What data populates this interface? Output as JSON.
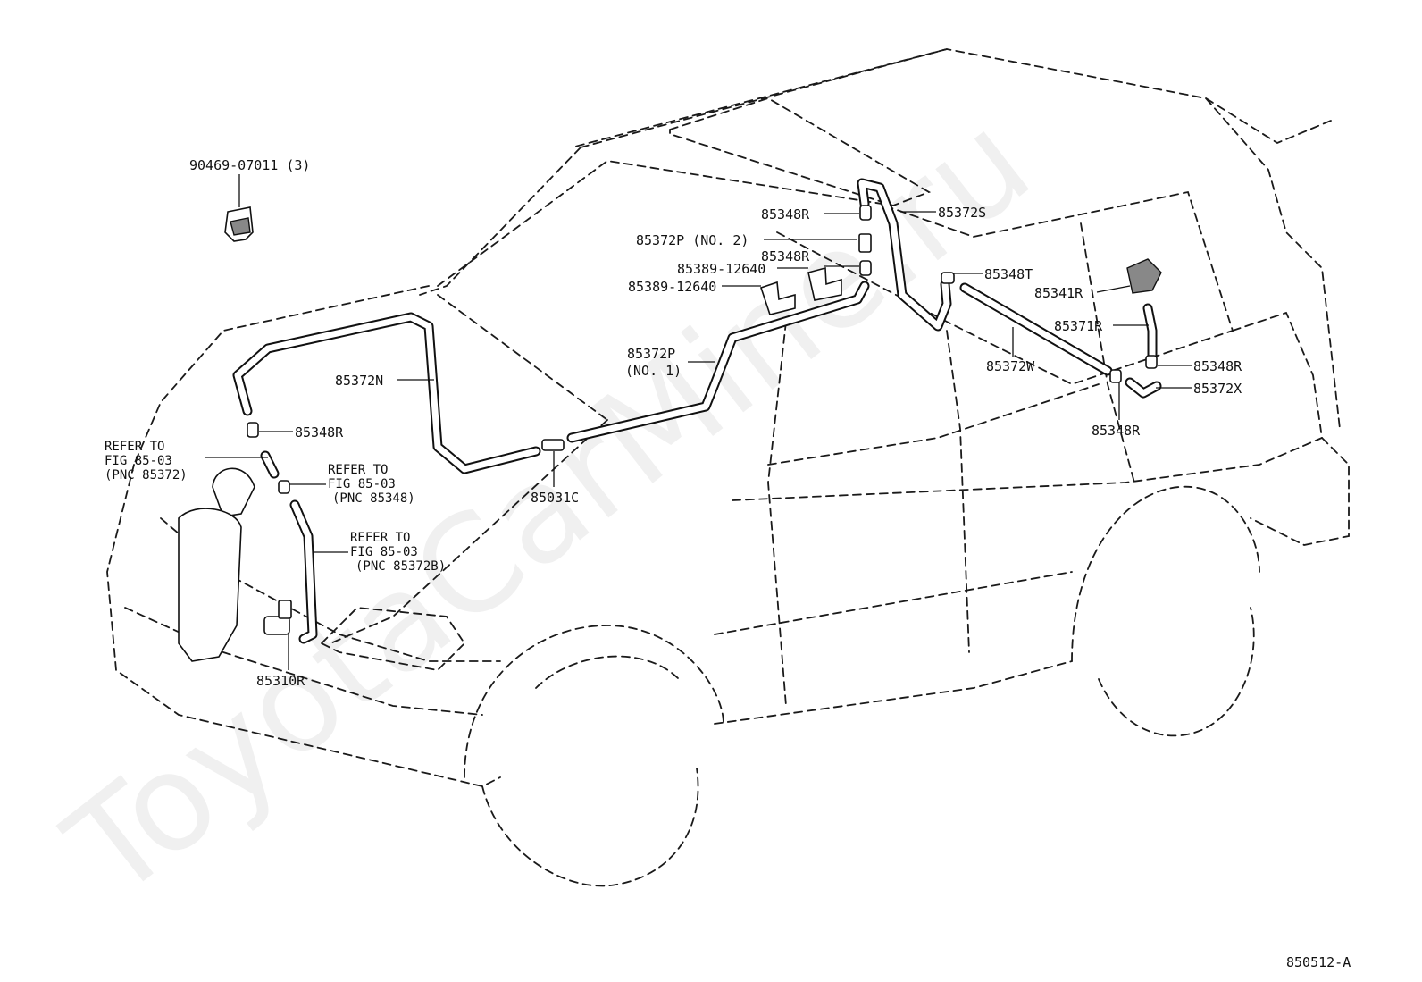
{
  "diagram": {
    "figure_code": "850512-A",
    "watermark": "ToyotaCarMine.ru",
    "callouts": {
      "clip_top_left": "90469-07011 (3)",
      "c_85348R_a": "85348R",
      "c_85372S": "85372S",
      "c_85372P_no2": "85372P (NO. 2)",
      "c_85348R_b": "85348R",
      "c_85389_a": "85389-12640",
      "c_85389_b": "85389-12640",
      "c_85348T": "85348T",
      "c_85341R": "85341R",
      "c_85371R": "85371R",
      "c_85348R_c": "85348R",
      "c_85372X": "85372X",
      "c_85372W": "85372W",
      "c_85348R_d": "85348R",
      "c_85372P_a": "85372P",
      "c_85372P_b": "(NO. 1)",
      "c_85372N": "85372N",
      "c_85348R_e": "85348R",
      "c_85031C": "85031C",
      "c_85310R": "85310R"
    },
    "refer_notes": {
      "a": [
        "REFER TO",
        "FIG 85-03",
        "(PNC 85372)"
      ],
      "b": [
        "REFER TO",
        "FIG 85-03",
        "(PNC 85348)"
      ],
      "c": [
        "REFER TO",
        "FIG 85-03",
        "(PNC 85372B)"
      ]
    }
  }
}
